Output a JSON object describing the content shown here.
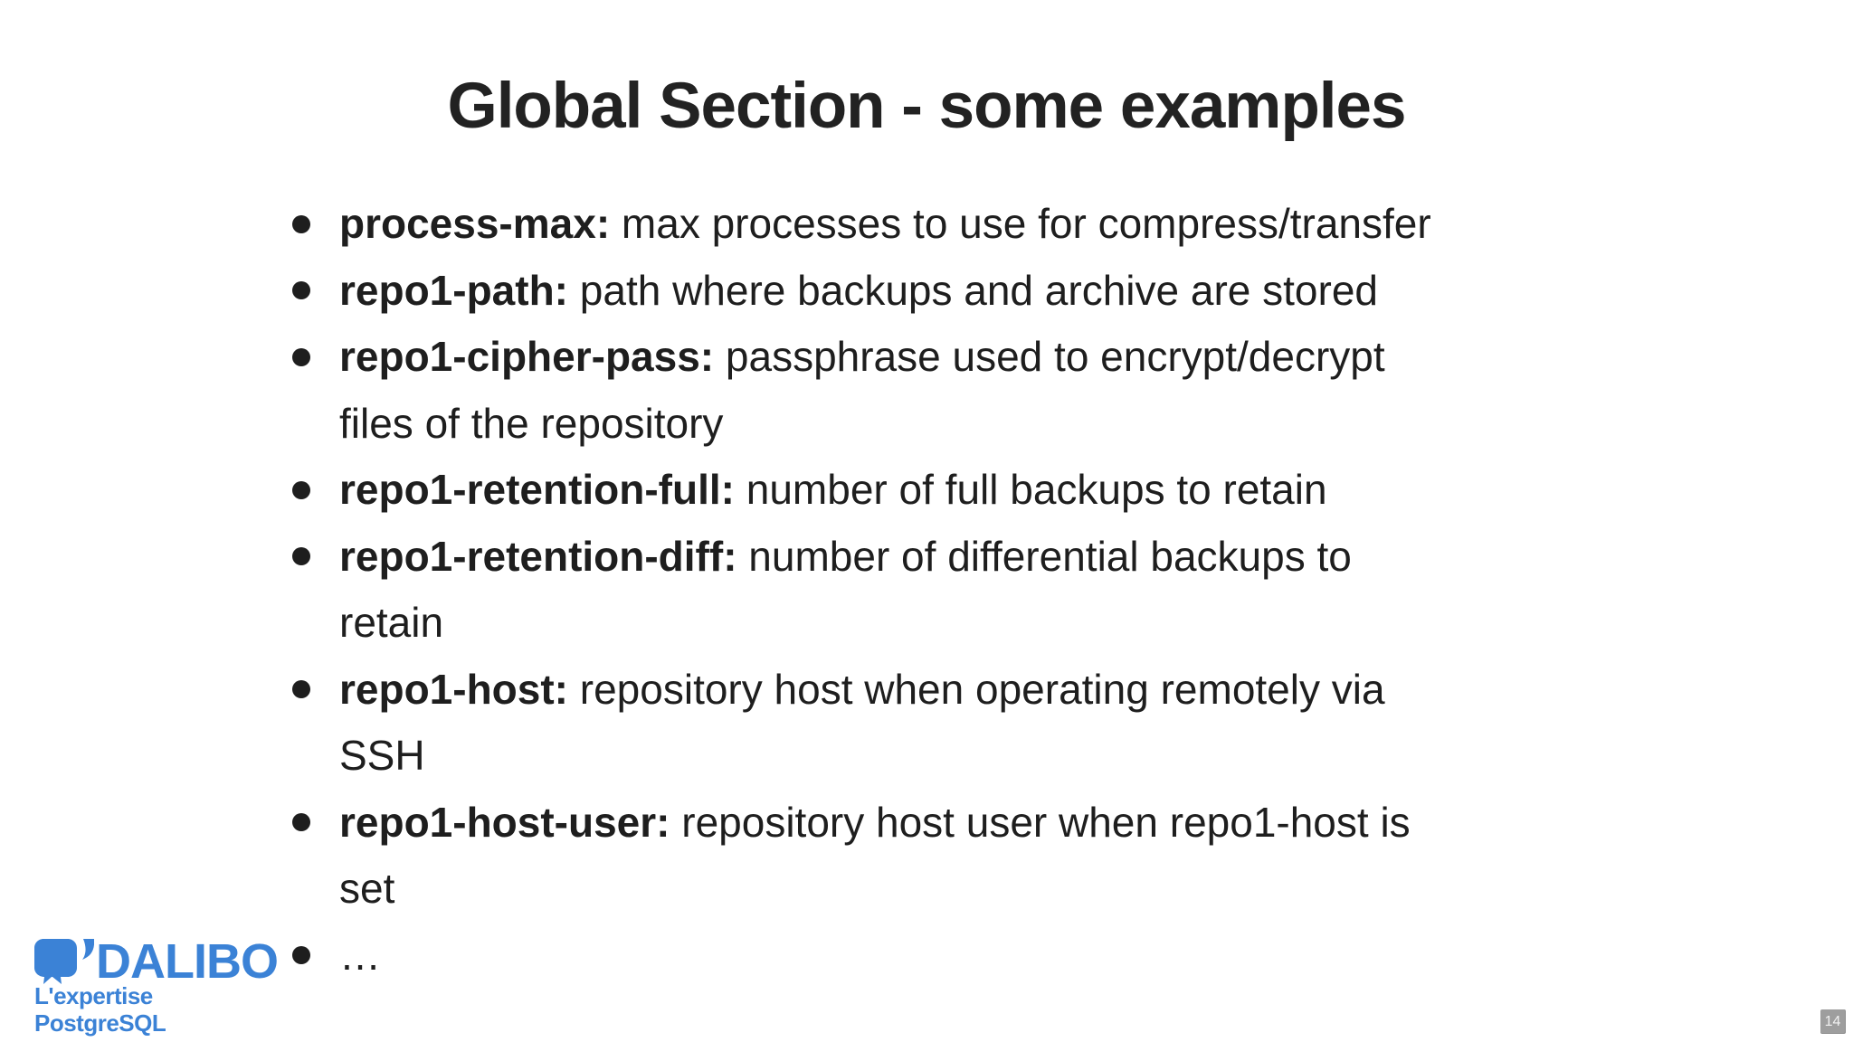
{
  "slide": {
    "title": "Global Section - some examples",
    "bullets": [
      {
        "term": "process-max:",
        "lines": [
          "max processes to use for compress/transfer"
        ]
      },
      {
        "term": "repo1-path:",
        "lines": [
          "path where backups and archive are stored"
        ]
      },
      {
        "term": "repo1-cipher-pass:",
        "lines": [
          "passphrase used to encrypt/decrypt",
          "files of the repository"
        ]
      },
      {
        "term": "repo1-retention-full:",
        "lines": [
          "number of full backups to retain"
        ]
      },
      {
        "term": "repo1-retention-diff:",
        "lines": [
          "number of differential backups to",
          "retain"
        ]
      },
      {
        "term": "repo1-host:",
        "lines": [
          "repository host when operating remotely via",
          "SSH"
        ]
      },
      {
        "term": "repo1-host-user:",
        "lines": [
          "repository host user when repo1-host is",
          "set"
        ]
      },
      {
        "term": "",
        "lines": [
          "…"
        ]
      }
    ],
    "page_number": "14"
  },
  "logo": {
    "icon": "dalibo-elephant-icon",
    "wordmark": "DALIBO",
    "tagline": "L'expertise PostgreSQL"
  },
  "colors": {
    "accent_blue": "#3b82d6",
    "text": "#1e1e1e",
    "badge_bg": "#9e9e9e",
    "badge_text": "#f2f2f2"
  }
}
